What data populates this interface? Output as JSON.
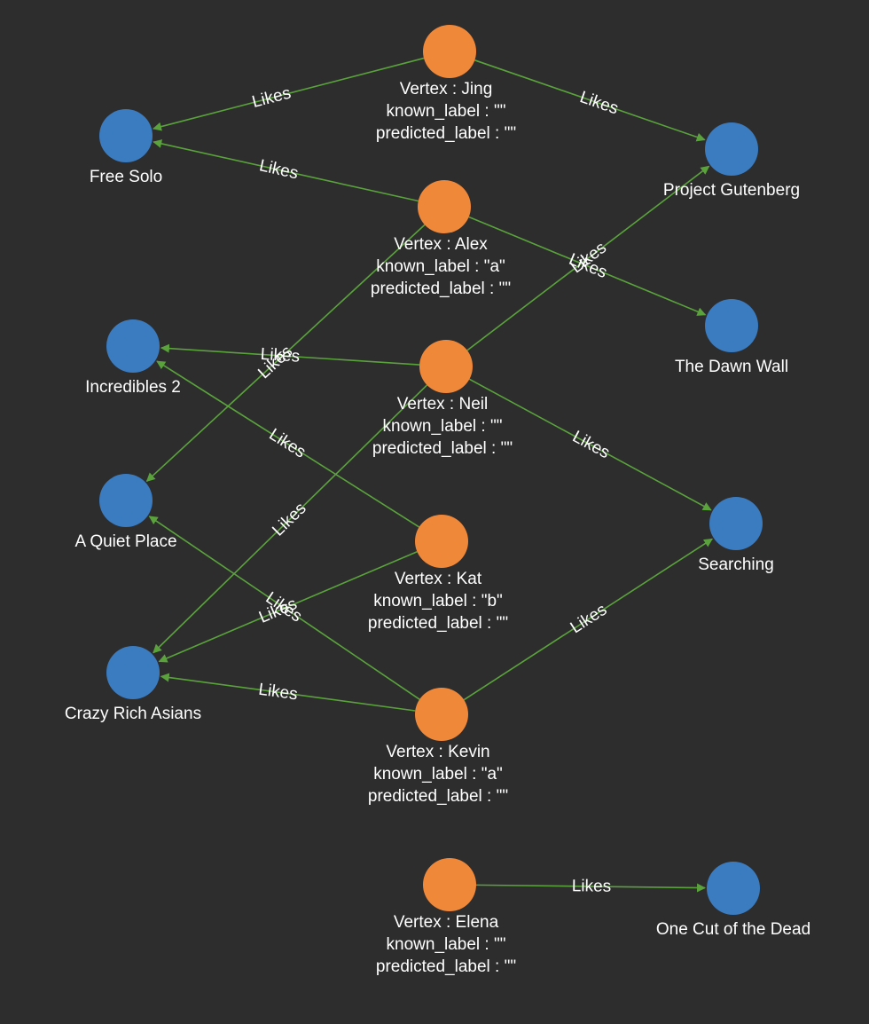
{
  "colors": {
    "background": "#2d2d2d",
    "person_node": "#f0883a",
    "movie_node": "#3b7bbf",
    "edge": "#5aa33c",
    "text": "#ffffff"
  },
  "people": [
    {
      "id": "jing",
      "lines": [
        "Vertex : Jing",
        "known_label : \"\"",
        "predicted_label : \"\""
      ]
    },
    {
      "id": "alex",
      "lines": [
        "Vertex : Alex",
        "known_label : \"a\"",
        "predicted_label : \"\""
      ]
    },
    {
      "id": "neil",
      "lines": [
        "Vertex : Neil",
        "known_label : \"\"",
        "predicted_label : \"\""
      ]
    },
    {
      "id": "kat",
      "lines": [
        "Vertex : Kat",
        "known_label : \"b\"",
        "predicted_label : \"\""
      ]
    },
    {
      "id": "kevin",
      "lines": [
        "Vertex : Kevin",
        "known_label : \"a\"",
        "predicted_label : \"\""
      ]
    },
    {
      "id": "elena",
      "lines": [
        "Vertex : Elena",
        "known_label : \"\"",
        "predicted_label : \"\""
      ]
    }
  ],
  "movies": [
    {
      "id": "free-solo",
      "label": "Free Solo"
    },
    {
      "id": "project-gutenberg",
      "label": "Project Gutenberg"
    },
    {
      "id": "the-dawn-wall",
      "label": "The Dawn Wall"
    },
    {
      "id": "incredibles-2",
      "label": "Incredibles 2"
    },
    {
      "id": "a-quiet-place",
      "label": "A Quiet Place"
    },
    {
      "id": "searching",
      "label": "Searching"
    },
    {
      "id": "crazy-rich-asians",
      "label": "Crazy Rich Asians"
    },
    {
      "id": "one-cut-of-the-dead",
      "label": "One Cut of the Dead"
    }
  ],
  "edges": [
    {
      "from": "jing",
      "to": "free-solo",
      "label": "Likes"
    },
    {
      "from": "jing",
      "to": "project-gutenberg",
      "label": "Likes"
    },
    {
      "from": "alex",
      "to": "free-solo",
      "label": "Likes"
    },
    {
      "from": "alex",
      "to": "the-dawn-wall",
      "label": "Likes"
    },
    {
      "from": "alex",
      "to": "a-quiet-place",
      "label": "Likes"
    },
    {
      "from": "neil",
      "to": "project-gutenberg",
      "label": "Likes"
    },
    {
      "from": "neil",
      "to": "incredibles-2",
      "label": "Likes"
    },
    {
      "from": "neil",
      "to": "searching",
      "label": "Likes"
    },
    {
      "from": "neil",
      "to": "crazy-rich-asians",
      "label": "Likes"
    },
    {
      "from": "kat",
      "to": "incredibles-2",
      "label": "Likes"
    },
    {
      "from": "kat",
      "to": "crazy-rich-asians",
      "label": "Likes"
    },
    {
      "from": "kevin",
      "to": "a-quiet-place",
      "label": "Likes"
    },
    {
      "from": "kevin",
      "to": "crazy-rich-asians",
      "label": "Likes"
    },
    {
      "from": "kevin",
      "to": "searching",
      "label": "Likes"
    },
    {
      "from": "elena",
      "to": "one-cut-of-the-dead",
      "label": "Likes"
    }
  ]
}
